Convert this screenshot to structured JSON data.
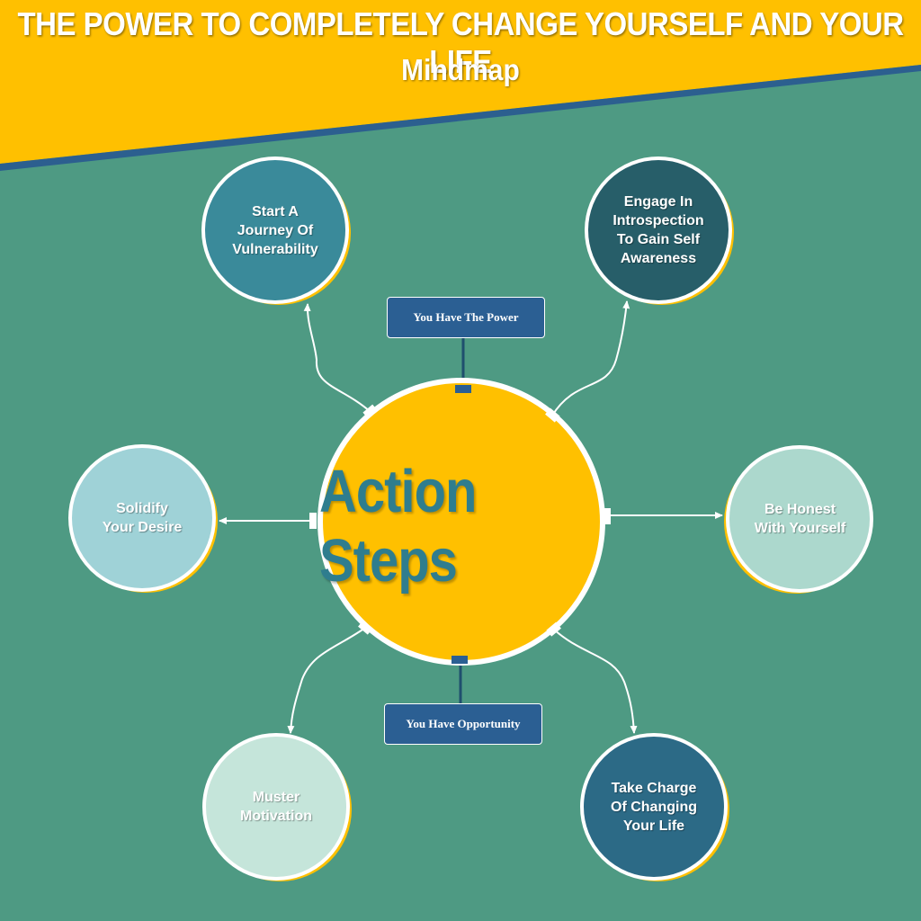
{
  "header": {
    "title": "THE POWER TO COMPLETELY CHANGE YOURSELF AND YOUR LIFE",
    "subtitle": "Mindmap"
  },
  "center": {
    "label": "Action Steps",
    "fill_color": "#ffc000",
    "text_color": "#2f7d8e"
  },
  "connectors": {
    "top_label": "You Have The Power",
    "bottom_label": "You Have Opportunity",
    "box_color": "#2b5f93"
  },
  "nodes": [
    {
      "id": "vulnerability",
      "text": "Start A\nJourney Of\nVulnerability",
      "color": "#3a8a9a"
    },
    {
      "id": "introspection",
      "text": "Engage In\nIntrospection\nTo Gain Self\nAwareness",
      "color": "#275e69"
    },
    {
      "id": "desire",
      "text": "Solidify\nYour Desire",
      "color": "#9fd2d7"
    },
    {
      "id": "honest",
      "text": "Be Honest\nWith Yourself",
      "color": "#acd8cd"
    },
    {
      "id": "motivation",
      "text": "Muster\nMotivation",
      "color": "#c5e5da"
    },
    {
      "id": "charge",
      "text": "Take Charge\nOf Changing\nYour Life",
      "color": "#2c6a86"
    }
  ],
  "colors": {
    "background": "#4e9a83",
    "banner": "#ffc000",
    "banner_stripe": "#2c5f8f",
    "accent_ring": "#ffc000"
  }
}
